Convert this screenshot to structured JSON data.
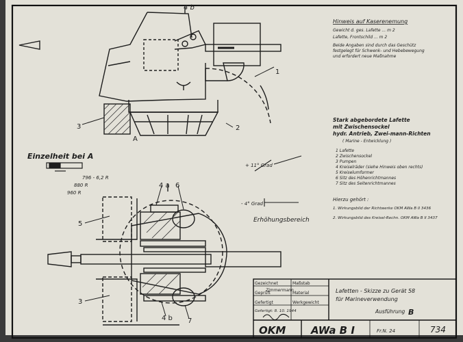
{
  "drawing": {
    "top_dimension": "4 b",
    "label_A": "A",
    "detail_title": "Einzelheit bei A",
    "detail_dims": [
      "796 - 6,2 R",
      "880 R",
      "960 R"
    ],
    "callouts_top": [
      "1",
      "2",
      "3"
    ],
    "callouts_bottom": {
      "part3_top": "3",
      "part3_bottom": "3",
      "part5": "5",
      "part4a": "4 a",
      "part6": "6",
      "part4b": "4 b",
      "part7": "7"
    },
    "elevation": {
      "plus": "+ 11° Grad",
      "minus": "- 4° Grad",
      "label": "Erhöhungsbereich"
    }
  },
  "notes": {
    "header": "Hinweis auf Kaserenemung",
    "header_lines": [
      "Gewicht d. ges. Lafette ... m 2",
      "Lafette, Frontschild ... m 2"
    ],
    "header_note": [
      "Beide Angaben sind durch das Geschütz",
      "festgelegt für Schwenk- und Hebebewegung",
      "und erfordert neue Maßnahme"
    ],
    "title_lines": [
      "Stark abgebordete Lafette",
      "mit Zwischensockel",
      "hydr. Antrieb, Zwei-mann-Richten",
      "( Marine - Entwicklung )"
    ],
    "parts": [
      "1  Lafette",
      "2  Zwischensockel",
      "3  Pumpen",
      "4  Kreiselräder (siehe Hinweis oben rechts)",
      "5  Kreiselumformer",
      "6  Sitz des Höhenrichtmannes",
      "7  Sitz des Seitenrichtmannes"
    ],
    "related_header": "Hierzu gehört :",
    "related": [
      "1.  Wirkungsbild der Richtwerke OKM AWa B II 3436",
      "2.  Wirkungsbild des Kreisel-Rechn. OKM AWa B II 3437"
    ]
  },
  "title_block": {
    "row_labels": [
      "Gezeichnet",
      "Geprüft",
      "Gefertigt"
    ],
    "mid_labels": [
      "Maßstab",
      "Material",
      "Werkgewicht"
    ],
    "drawn_by": "Zimmermann",
    "date_note": "Gefertigt: 8. 10. 1944",
    "title_lines": [
      "Lafetten - Skizze zu Gerät 58",
      "für Marineverwendung"
    ],
    "variant_label": "Ausführung",
    "variant": "B",
    "org": "OKM",
    "office": "AWa B I",
    "sheet_ref": "Fr.N. 24",
    "number": "734"
  },
  "colors": {
    "paper": "#e3e1d8",
    "ink": "#1d1d1d",
    "border": "#111111"
  }
}
